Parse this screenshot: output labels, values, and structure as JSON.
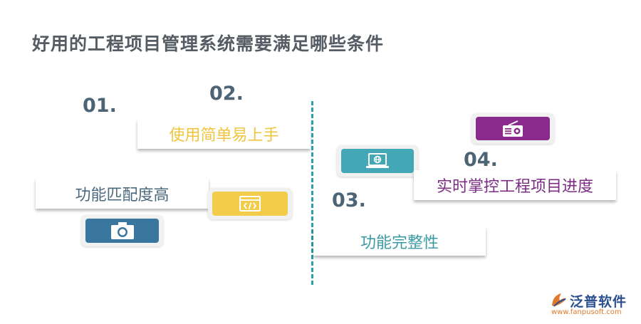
{
  "title": "好用的工程项目管理系统需要满足哪些条件",
  "items": [
    {
      "num": "01.",
      "label": "功能匹配度高",
      "label_color": "#4b6a7e",
      "icon": "camera-icon",
      "icon_color": "#3a779e"
    },
    {
      "num": "02.",
      "label": "使用简单易上手",
      "label_color": "#f0c43c",
      "icon": "code-window-icon",
      "icon_color": "#f2cd4c"
    },
    {
      "num": "03.",
      "label": "功能完整性",
      "label_color": "#3b9aa4",
      "icon": "globe-laptop-icon",
      "icon_color": "#43a7b6"
    },
    {
      "num": "04.",
      "label": "实时掌控工程项目进度",
      "label_color": "#7b2d83",
      "icon": "radio-icon",
      "icon_color": "#8a2a8c"
    }
  ],
  "logo": {
    "name": "泛普软件",
    "url": "www.fanpusoft.com"
  }
}
